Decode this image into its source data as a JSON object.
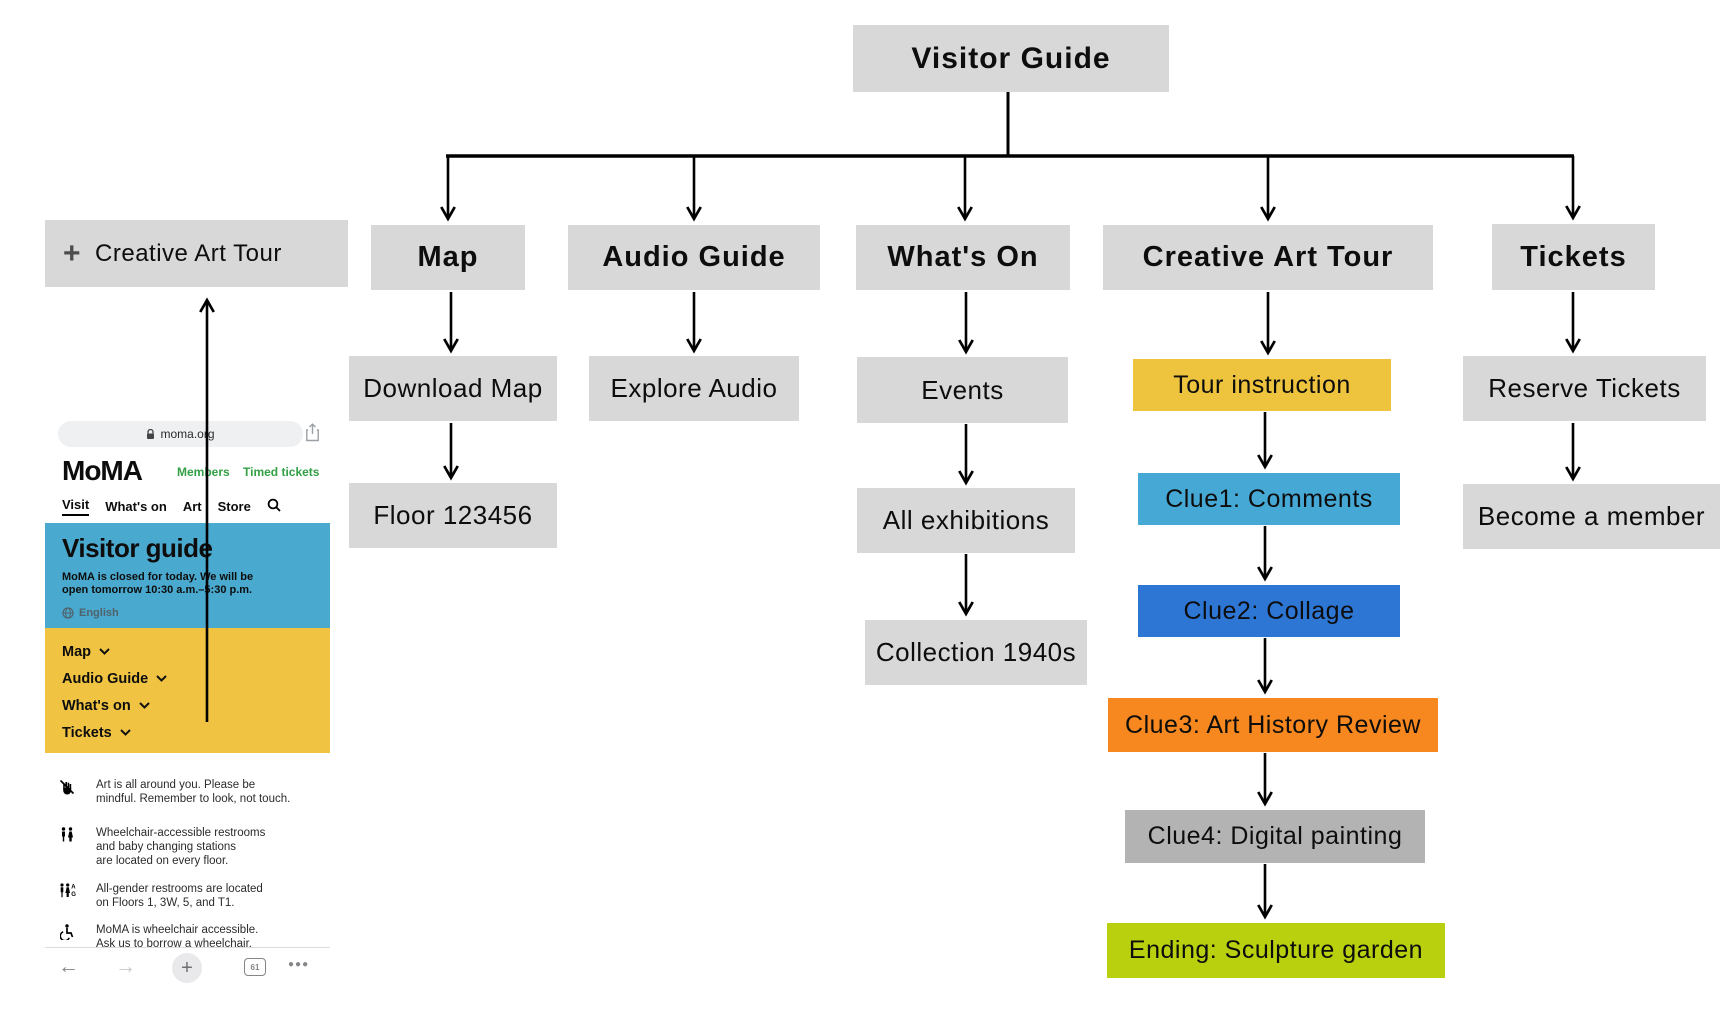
{
  "flowchart": {
    "root": "Visitor Guide",
    "annotation": "Creative Art Tour",
    "node_color": "#d8d8d8",
    "columns": [
      {
        "header": "Map",
        "items": [
          {
            "label": "Download Map"
          },
          {
            "label": "Floor 123456"
          }
        ]
      },
      {
        "header": "Audio Guide",
        "items": [
          {
            "label": "Explore Audio"
          }
        ]
      },
      {
        "header": "What's On",
        "items": [
          {
            "label": "Events"
          },
          {
            "label": "All exhibitions"
          },
          {
            "label": "Collection 1940s"
          }
        ]
      },
      {
        "header": "Creative Art Tour",
        "items": [
          {
            "label": "Tour instruction",
            "color": "#eec33e"
          },
          {
            "label": "Clue1: Comments",
            "color": "#46a8d5"
          },
          {
            "label": "Clue2: Collage",
            "color": "#2d76d4"
          },
          {
            "label": "Clue3: Art History Review",
            "color": "#f6881f"
          },
          {
            "label": "Clue4: Digital painting",
            "color": "#b3b3b3"
          },
          {
            "label": "Ending: Sculpture garden",
            "color": "#b8d00e"
          }
        ]
      },
      {
        "header": "Tickets",
        "items": [
          {
            "label": "Reserve Tickets"
          },
          {
            "label": "Become a member"
          }
        ]
      }
    ]
  },
  "phone": {
    "address_bar": {
      "url": "moma.org"
    },
    "site_header": {
      "logo": "MoMA",
      "link_color": "#33a046",
      "links": [
        "Members",
        "Timed tickets"
      ],
      "nav": [
        "Visit",
        "What's on",
        "Art",
        "Store"
      ]
    },
    "hero": {
      "bg": "#4aa9ce",
      "title": "Visitor guide",
      "message": "MoMA is closed for today. We will be\nopen tomorrow 10:30 a.m.–5:30 p.m.",
      "language": "English"
    },
    "menu": {
      "bg": "#f0c343",
      "items": [
        "Map",
        "Audio Guide",
        "What's on",
        "Tickets"
      ]
    },
    "info_items": [
      {
        "icon": "no-touch-hand-icon",
        "text": "Art is all around you. Please be\nmindful. Remember to look, not touch."
      },
      {
        "icon": "restrooms-icon",
        "text": "Wheelchair-accessible restrooms\nand baby changing stations\nare located on every floor."
      },
      {
        "icon": "all-gender-restroom-icon",
        "text": "All-gender restrooms are located\non Floors 1, 3W, 5, and T1."
      },
      {
        "icon": "wheelchair-icon",
        "text": "MoMA is wheelchair accessible.\nAsk us to borrow a wheelchair."
      }
    ],
    "browser_bar": {
      "tabs_count": "61"
    }
  }
}
